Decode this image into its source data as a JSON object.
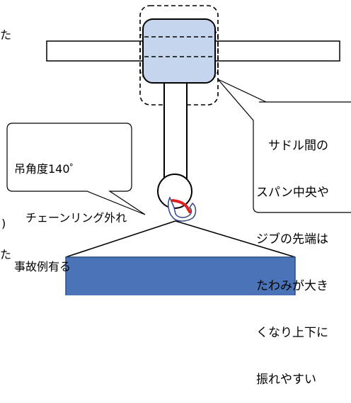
{
  "callout_left": {
    "lines": [
      "吊角度140゜",
      "　チェーンリング外れ",
      "事故例有る"
    ]
  },
  "callout_right": {
    "lines": [
      "　サドル間の",
      "スパン中央や",
      "ジブの先端は",
      "たわみが大き",
      "くなり上下に",
      "振れやすい"
    ]
  },
  "edge_fragments": {
    "top_left": "た",
    "mid_left": ")",
    "bottom_left": "た"
  },
  "colors": {
    "saddle_fill": "#c5d5ee",
    "load_fill": "#4b74b8",
    "chain_link": "#e02020",
    "hook_outline": "#3b4f8a",
    "stroke": "#000000"
  }
}
